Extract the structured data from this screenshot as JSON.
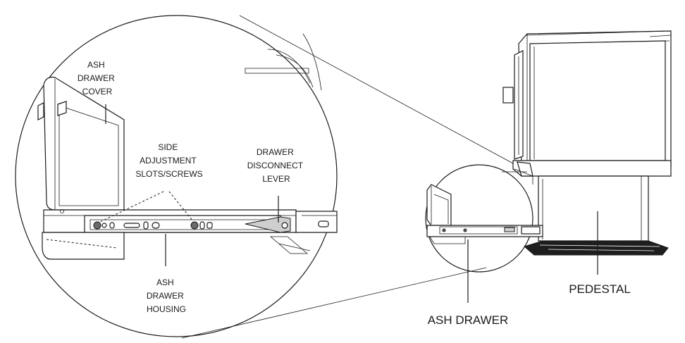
{
  "labels": {
    "ash_drawer_cover": [
      "ASH",
      "DRAWER",
      "COVER"
    ],
    "side_adjustment": [
      "SIDE",
      "ADJUSTMENT",
      "SLOTS/SCREWS"
    ],
    "drawer_disconnect": [
      "DRAWER",
      "DISCONNECT",
      "LEVER"
    ],
    "ash_drawer_housing": [
      "ASH",
      "DRAWER",
      "HOUSING"
    ],
    "pedestal": "PEDESTAL",
    "ash_drawer": "ASH DRAWER"
  },
  "colors": {
    "line": "#1a1a1a",
    "background": "#ffffff",
    "lever_gray": "#cfcfcf",
    "base_dark": "#1e1e1e"
  }
}
